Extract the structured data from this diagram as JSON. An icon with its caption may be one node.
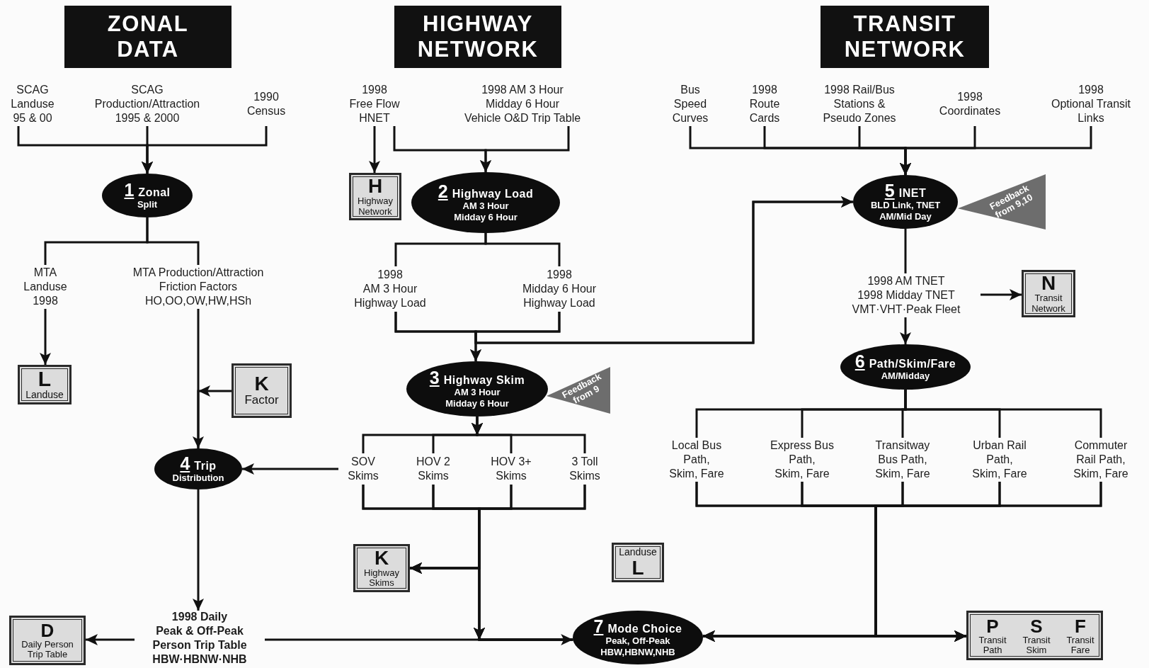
{
  "diagram": {
    "nodes": [
      {
        "text": [
          "ZONAL DATA"
        ]
      },
      {
        "text": [
          "HIGHWAY NETWORK"
        ]
      },
      {
        "text": [
          "TRANSIT NETWORK"
        ]
      },
      {
        "text": [
          "SCAG Landuse 95 & 00"
        ]
      },
      {
        "text": [
          "SCAG Production/Attraction 1995 & 2000"
        ]
      },
      {
        "text": [
          "1990 Census"
        ]
      },
      {
        "text": [
          "1998 Free Flow HNET"
        ]
      },
      {
        "text": [
          "1998 AM 3 Hour Midday 6 Hour Vehicle O&D Trip Table"
        ]
      },
      {
        "text": [
          "Bus Speed Curves"
        ]
      },
      {
        "text": [
          "1998 Route Cards"
        ]
      },
      {
        "text": [
          "1998 Rail/Bus Stations & Pseudo Zones"
        ]
      },
      {
        "text": [
          "1998 Coordinates"
        ]
      },
      {
        "text": [
          "1998 Optional Transit Links"
        ]
      },
      {
        "text": [
          "1",
          "Zonal",
          "Split"
        ]
      },
      {
        "text": [
          "MTA Landuse 1998"
        ]
      },
      {
        "text": [
          "MTA Production/Attraction Friction Factors HO,OO,OW,HW,HSh"
        ]
      },
      {
        "text": [
          "L",
          "Landuse"
        ]
      },
      {
        "text": [
          "K",
          "Factor"
        ]
      },
      {
        "text": [
          "4",
          "Trip",
          "Distribution"
        ]
      },
      {
        "text": [
          "1998 Daily Peak & Off-Peak Person Trip Table HBW·HBNW·NHB"
        ]
      },
      {
        "text": [
          "D",
          "Daily Person Trip Table"
        ]
      },
      {
        "text": [
          "H",
          "Highway Network"
        ]
      },
      {
        "text": [
          "2",
          "Highway Load",
          "AM 3 Hour",
          "Midday 6 Hour"
        ]
      },
      {
        "text": [
          "1998 AM 3 Hour Highway Load"
        ]
      },
      {
        "text": [
          "1998 Midday 6 Hour Highway Load"
        ]
      },
      {
        "text": [
          "3",
          "Highway Skim",
          "AM 3 Hour",
          "Midday 6 Hour"
        ]
      },
      {
        "text": [
          "Feedback from 9"
        ]
      },
      {
        "text": [
          "SOV Skims"
        ]
      },
      {
        "text": [
          "HOV 2 Skims"
        ]
      },
      {
        "text": [
          "HOV 3+ Skims"
        ]
      },
      {
        "text": [
          "3 Toll Skims"
        ]
      },
      {
        "text": [
          "K",
          "Highway Skims"
        ]
      },
      {
        "text": [
          "5",
          "INET",
          "BLD Link, TNET",
          "AM/Mid Day"
        ]
      },
      {
        "text": [
          "Feedback from 9,10"
        ]
      },
      {
        "text": [
          "1998 AM TNET 1998 Midday TNET VMT·VHT·Peak Fleet"
        ]
      },
      {
        "text": [
          "N",
          "Transit Network"
        ]
      },
      {
        "text": [
          "6",
          "Path/Skim/Fare",
          "AM/Midday"
        ]
      },
      {
        "text": [
          "Local Bus Path, Skim, Fare"
        ]
      },
      {
        "text": [
          "Express Bus Path, Skim, Fare"
        ]
      },
      {
        "text": [
          "Transitway Bus Path, Skim, Fare"
        ]
      },
      {
        "text": [
          "Urban Rail Path, Skim, Fare"
        ]
      },
      {
        "text": [
          "Commuter Rail Path, Skim, Fare"
        ]
      },
      {
        "text": [
          "Landuse",
          "L"
        ]
      },
      {
        "text": [
          "7",
          "Mode Choice",
          "Peak, Off-Peak",
          "HBW,HBNW,NHB"
        ]
      },
      {
        "text": [],
        "shape": "box"
      },
      {
        "text": [
          "P",
          "Transit Path"
        ],
        "in": 44
      },
      {
        "text": [
          "S",
          "Transit Skim"
        ],
        "in": 44
      },
      {
        "text": [
          "F",
          "Transit Fare"
        ],
        "in": 44
      }
    ],
    "edges": [
      {
        "from": 3,
        "to": 13,
        "arrow": "to"
      },
      {
        "from": 4,
        "to": 13,
        "arrow": "to"
      },
      {
        "from": 5,
        "to": 13,
        "arrow": "to"
      },
      {
        "from": 13,
        "to": 14,
        "arrow": "none"
      },
      {
        "from": 13,
        "to": 15,
        "arrow": "none"
      },
      {
        "from": 14,
        "to": 16,
        "arrow": "to"
      },
      {
        "from": 15,
        "to": 18,
        "arrow": "to"
      },
      {
        "from": 17,
        "to": 18,
        "arrow": "to"
      },
      {
        "from": 18,
        "to": 19,
        "arrow": "to"
      },
      {
        "from": 19,
        "to": 20,
        "arrow": "to"
      },
      {
        "from": 19,
        "to": 43,
        "arrow": "to"
      },
      {
        "from": 6,
        "to": 21,
        "arrow": "to"
      },
      {
        "from": 6,
        "to": 22,
        "arrow": "to"
      },
      {
        "from": 7,
        "to": 22,
        "arrow": "to"
      },
      {
        "from": 22,
        "to": 23,
        "arrow": "none"
      },
      {
        "from": 22,
        "to": 24,
        "arrow": "none"
      },
      {
        "from": 23,
        "to": 25,
        "arrow": "to"
      },
      {
        "from": 24,
        "to": 25,
        "arrow": "to"
      },
      {
        "from": 23,
        "to": 32,
        "arrow": "to"
      },
      {
        "from": 24,
        "to": 32,
        "arrow": "to"
      },
      {
        "from": 25,
        "to": 27,
        "arrow": "to"
      },
      {
        "from": 25,
        "to": 28,
        "arrow": "to"
      },
      {
        "from": 25,
        "to": 29,
        "arrow": "to"
      },
      {
        "from": 25,
        "to": 30,
        "arrow": "to"
      },
      {
        "from": 27,
        "to": 18,
        "arrow": "to"
      },
      {
        "from": 27,
        "to": 43,
        "arrow": "to"
      },
      {
        "from": 28,
        "to": 43,
        "arrow": "to"
      },
      {
        "from": 29,
        "to": 43,
        "arrow": "to"
      },
      {
        "from": 30,
        "to": 43,
        "arrow": "to"
      },
      {
        "from": 27,
        "to": 31,
        "arrow": "to"
      },
      {
        "from": 28,
        "to": 31,
        "arrow": "to"
      },
      {
        "from": 29,
        "to": 31,
        "arrow": "to"
      },
      {
        "from": 30,
        "to": 31,
        "arrow": "to"
      },
      {
        "from": 8,
        "to": 32,
        "arrow": "to"
      },
      {
        "from": 9,
        "to": 32,
        "arrow": "to"
      },
      {
        "from": 10,
        "to": 32,
        "arrow": "to"
      },
      {
        "from": 11,
        "to": 32,
        "arrow": "to"
      },
      {
        "from": 12,
        "to": 32,
        "arrow": "to"
      },
      {
        "from": 32,
        "to": 34,
        "arrow": "none"
      },
      {
        "from": 34,
        "to": 35,
        "arrow": "to"
      },
      {
        "from": 34,
        "to": 36,
        "arrow": "to"
      },
      {
        "from": 36,
        "to": 37,
        "arrow": "none"
      },
      {
        "from": 36,
        "to": 38,
        "arrow": "none"
      },
      {
        "from": 36,
        "to": 39,
        "arrow": "none"
      },
      {
        "from": 36,
        "to": 40,
        "arrow": "none"
      },
      {
        "from": 36,
        "to": 41,
        "arrow": "none"
      },
      {
        "from": 37,
        "to": 43,
        "arrow": "to"
      },
      {
        "from": 38,
        "to": 43,
        "arrow": "to"
      },
      {
        "from": 39,
        "to": 43,
        "arrow": "to"
      },
      {
        "from": 40,
        "to": 43,
        "arrow": "to"
      },
      {
        "from": 41,
        "to": 43,
        "arrow": "to"
      },
      {
        "from": 37,
        "to": 44,
        "arrow": "to"
      },
      {
        "from": 38,
        "to": 44,
        "arrow": "to"
      },
      {
        "from": 39,
        "to": 44,
        "arrow": "to"
      },
      {
        "from": 40,
        "to": 44,
        "arrow": "to"
      },
      {
        "from": 41,
        "to": 44,
        "arrow": "to"
      }
    ]
  }
}
